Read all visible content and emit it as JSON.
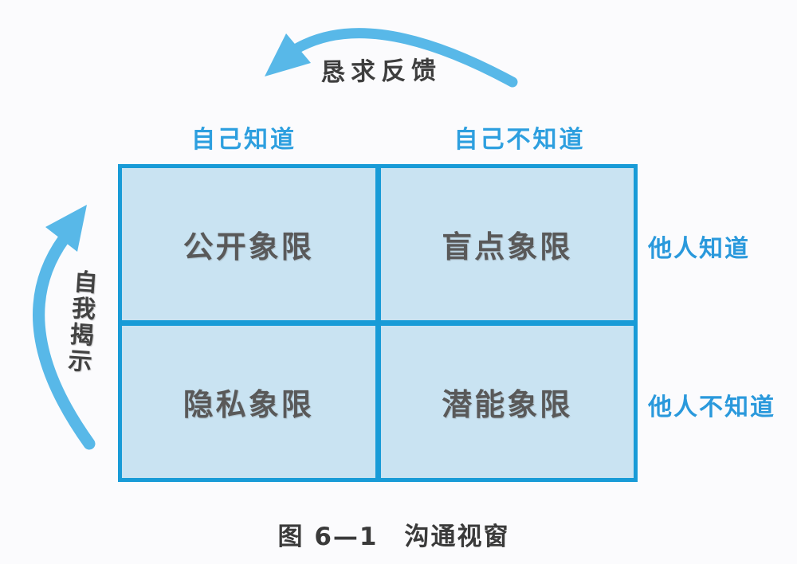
{
  "figure": {
    "top_arrow_label": "恳求反馈",
    "left_arrow_label": "自我揭示",
    "column_headers": [
      {
        "label": "自己知道"
      },
      {
        "label": "自己不知道"
      }
    ],
    "row_headers": [
      {
        "label": "他人知道"
      },
      {
        "label": "他人不知道"
      }
    ],
    "quadrants": [
      {
        "label": "公开象限"
      },
      {
        "label": "盲点象限"
      },
      {
        "label": "隐私象限"
      },
      {
        "label": "潜能象限"
      }
    ],
    "caption": "图 6—1　沟通视窗",
    "colors": {
      "background": "#fbfbfd",
      "grid_border_blue": "#189bd7",
      "cell_fill": "#c9e3f2",
      "arrow_blue": "#58b8e8",
      "header_blue": "#2d9fdf",
      "quadrant_text": "#595959",
      "caption_text": "#3a3a3a"
    }
  }
}
